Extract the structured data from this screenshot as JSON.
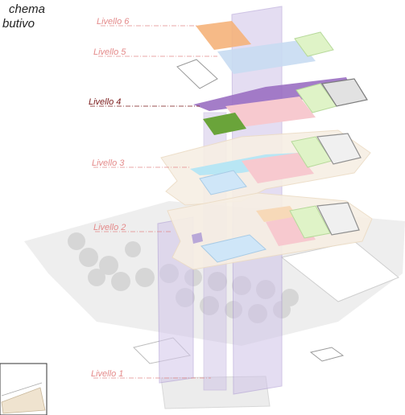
{
  "caption": {
    "line1": "chema",
    "line2": "butivo"
  },
  "levels": [
    {
      "label": "Livello 6",
      "color": "#e48a8a"
    },
    {
      "label": "Livello 5",
      "color": "#e48a8a"
    },
    {
      "label": "Livello 4",
      "color": "#7a1a1a"
    },
    {
      "label": "Livello 3",
      "color": "#e48a8a"
    },
    {
      "label": "Livello 2",
      "color": "#e48a8a"
    },
    {
      "label": "Livello 1",
      "color": "#e48a8a"
    }
  ],
  "colors": {
    "ground": "#e8e8e8",
    "tower": "#b9a8d8",
    "floor_outline": "#f1e1cc",
    "orange": "#f5b27a",
    "blue": "#b9d6f0",
    "cyan": "#b8e6f4",
    "pink": "#f7c9cf",
    "green_light": "#d9f2c0",
    "green_dark": "#6aa43a",
    "purple": "#9a6fc2"
  }
}
